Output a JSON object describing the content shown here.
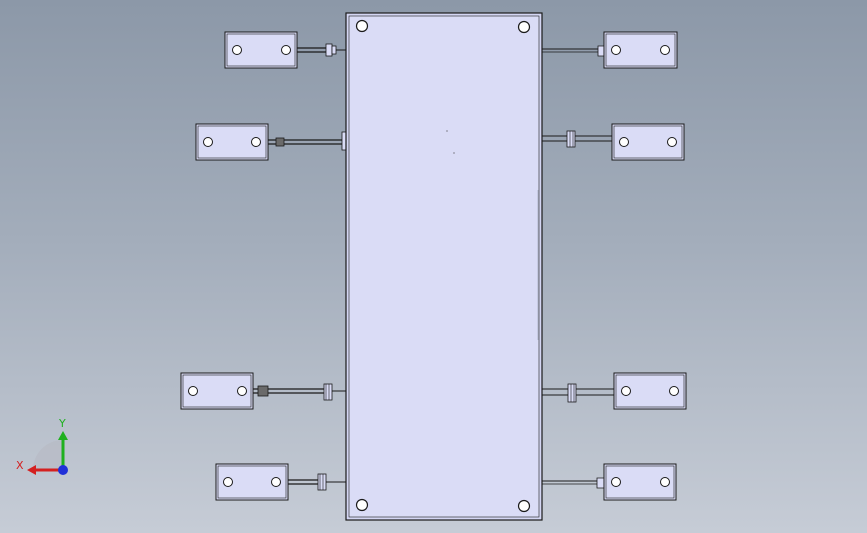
{
  "viewport": {
    "background_top": "#8c98a8",
    "background_bottom": "#c6ccd6"
  },
  "model": {
    "part_fill": "#dadcf6",
    "edge_color": "#1a1a1a",
    "hole_fill": "#ffffff",
    "mounting_tabs": 8,
    "holes_per_tab": 2,
    "corner_holes": 4
  },
  "triad": {
    "x_label": "X",
    "y_label": "Y",
    "x_color": "#d42020",
    "y_color": "#1fb01f",
    "z_color": "#2030d8",
    "icons": [
      "view-triad-icon"
    ]
  }
}
